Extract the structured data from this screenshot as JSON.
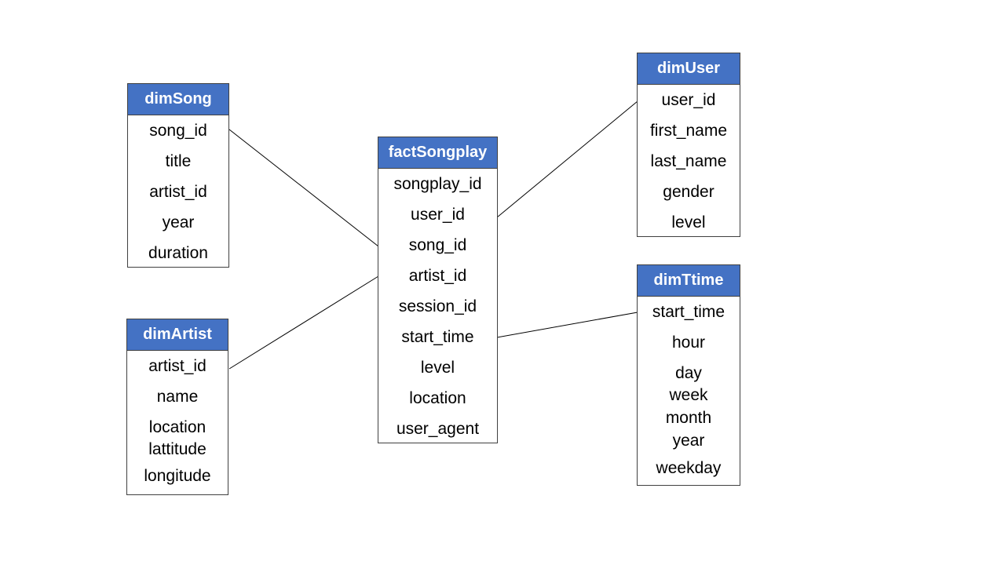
{
  "tables": {
    "dimSong": {
      "title": "dimSong",
      "fields": [
        "song_id",
        "title",
        "artist_id",
        "year",
        "duration"
      ]
    },
    "dimArtist": {
      "title": "dimArtist",
      "fields": [
        "artist_id",
        "name",
        "location",
        "lattitude",
        "longitude"
      ]
    },
    "factSongplay": {
      "title": "factSongplay",
      "fields": [
        "songplay_id",
        "user_id",
        "song_id",
        "artist_id",
        "session_id",
        "start_time",
        "level",
        "location",
        "user_agent"
      ]
    },
    "dimUser": {
      "title": "dimUser",
      "fields": [
        "user_id",
        "first_name",
        "last_name",
        "gender",
        "level"
      ]
    },
    "dimTtime": {
      "title": "dimTtime",
      "fields": [
        "start_time",
        "hour",
        "day",
        "week",
        "month",
        "year",
        "weekday"
      ]
    }
  },
  "relationships": [
    {
      "from": "dimSong.song_id",
      "to": "factSongplay.song_id"
    },
    {
      "from": "dimArtist.artist_id",
      "to": "factSongplay.artist_id"
    },
    {
      "from": "dimUser.user_id",
      "to": "factSongplay.user_id"
    },
    {
      "from": "dimTtime.start_time",
      "to": "factSongplay.start_time"
    }
  ],
  "colors": {
    "header_fill": "#4472c4",
    "header_text": "#ffffff",
    "border": "#404040",
    "line": "#000000"
  }
}
